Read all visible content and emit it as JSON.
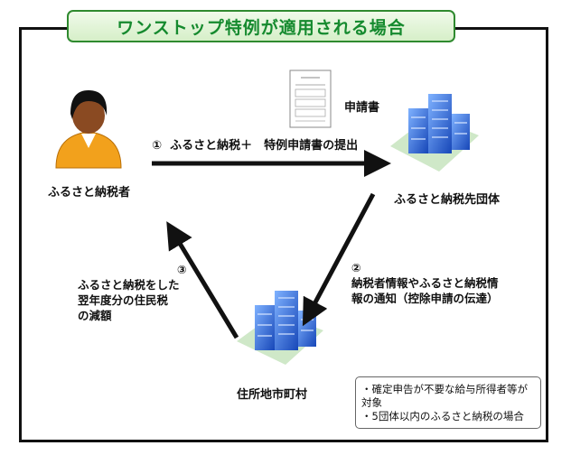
{
  "title": "ワンストップ特例が適用される場合",
  "document_label": "申請書",
  "taxpayer_label": "ふるさと納税者",
  "destination_label": "ふるさと納税先団体",
  "municipality_label": "住所地市町村",
  "step1": {
    "number": "①",
    "text": "ふるさと納税＋　特例申請書の提出"
  },
  "step2": {
    "number": "②",
    "line1": "納税者情報やふるさと納税情",
    "line2": "報の通知（控除申請の伝達）"
  },
  "step3": {
    "number": "③",
    "line1": "ふるさと納税をした",
    "line2": "翌年度分の住民税",
    "line3": "の減額"
  },
  "notes": [
    "・確定申告が不要な給与所得者等が",
    "対象",
    "・5団体以内のふるさと納税の場合"
  ]
}
